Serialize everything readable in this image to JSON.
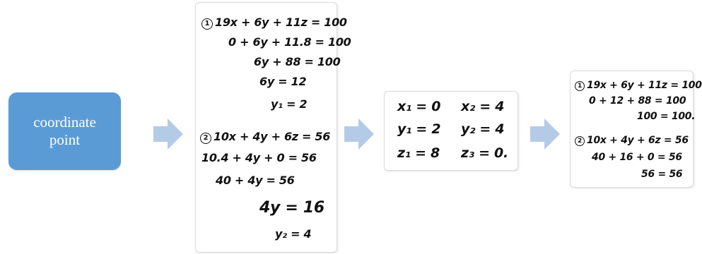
{
  "box": {
    "line1": "coordinate",
    "line2": "point",
    "color": "#5b9bd5"
  },
  "arrow_color": "#b4cbe8",
  "note1": {
    "eq1_num": "1",
    "eq1": [
      "19x + 6y + 11z = 100",
      "0 + 6y + 11.8 = 100",
      "6y + 88 = 100",
      "6y = 12",
      "y₁ = 2"
    ],
    "eq2_num": "2",
    "eq2": [
      "10x + 4y + 6z = 56",
      "10.4 + 4y + 0 = 56",
      "40 + 4y = 56",
      "4y = 16",
      "y₂ = 4"
    ]
  },
  "note2": {
    "rows": [
      [
        "x₁ = 0",
        "x₂ = 4"
      ],
      [
        "y₁ = 2",
        "y₂ = 4"
      ],
      [
        "z₁ = 8",
        "z₃ = 0."
      ]
    ]
  },
  "note3": {
    "eq1_num": "1",
    "eq1": [
      "19x + 6y + 11z = 100",
      "0 + 12 + 88 = 100",
      "100 = 100."
    ],
    "eq2_num": "2",
    "eq2": [
      "10x + 4y + 6z = 56",
      "40 + 16 + 0 = 56",
      "56 = 56"
    ]
  }
}
